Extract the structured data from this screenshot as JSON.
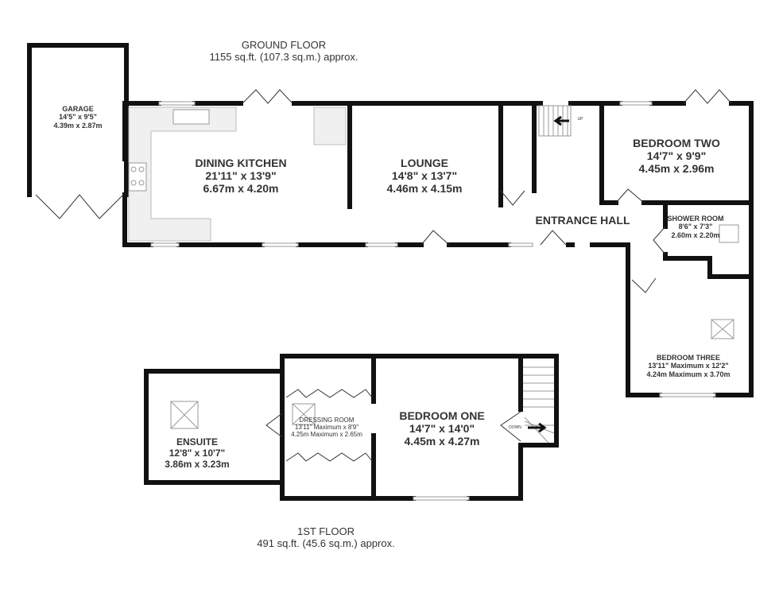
{
  "ground_floor": {
    "title": "GROUND FLOOR",
    "area": "1155 sq.ft. (107.3 sq.m.) approx.",
    "rooms": [
      {
        "name": "GARAGE",
        "imperial": "14'5\" x 9'5\"",
        "metric": "4.39m x 2.87m"
      },
      {
        "name": "DINING KITCHEN",
        "imperial": "21'11\"  x 13'9\"",
        "metric": "6.67m  x 4.20m"
      },
      {
        "name": "LOUNGE",
        "imperial": "14'8\"  x 13'7\"",
        "metric": "4.46m  x 4.15m"
      },
      {
        "name": "BEDROOM TWO",
        "imperial": "14'7\"  x 9'9\"",
        "metric": "4.45m  x 2.96m"
      },
      {
        "name": "ENTRANCE HALL"
      },
      {
        "name": "SHOWER ROOM",
        "imperial": "8'6\"  x 7'3\"",
        "metric": "2.60m  x 2.20m"
      },
      {
        "name": "BEDROOM THREE",
        "imperial": "13'11\" Maximum x 12'2\"",
        "metric": "4.24m Maximum x 3.70m"
      }
    ],
    "stairs_label": "UP"
  },
  "first_floor": {
    "title": "1ST FLOOR",
    "area": "491 sq.ft. (45.6 sq.m.) approx.",
    "rooms": [
      {
        "name": "ENSUITE",
        "imperial": "12'8\"  x 10'7\"",
        "metric": "3.86m  x 3.23m"
      },
      {
        "name": "DRESSING ROOM",
        "imperial": "13'11\" Maximum x 8'9\"",
        "metric": "4.25m Maximum x 2.65m"
      },
      {
        "name": "BEDROOM ONE",
        "imperial": "14'7\"  x 14'0\"",
        "metric": "4.45m  x 4.27m"
      }
    ],
    "stairs_label": "DOWN"
  }
}
